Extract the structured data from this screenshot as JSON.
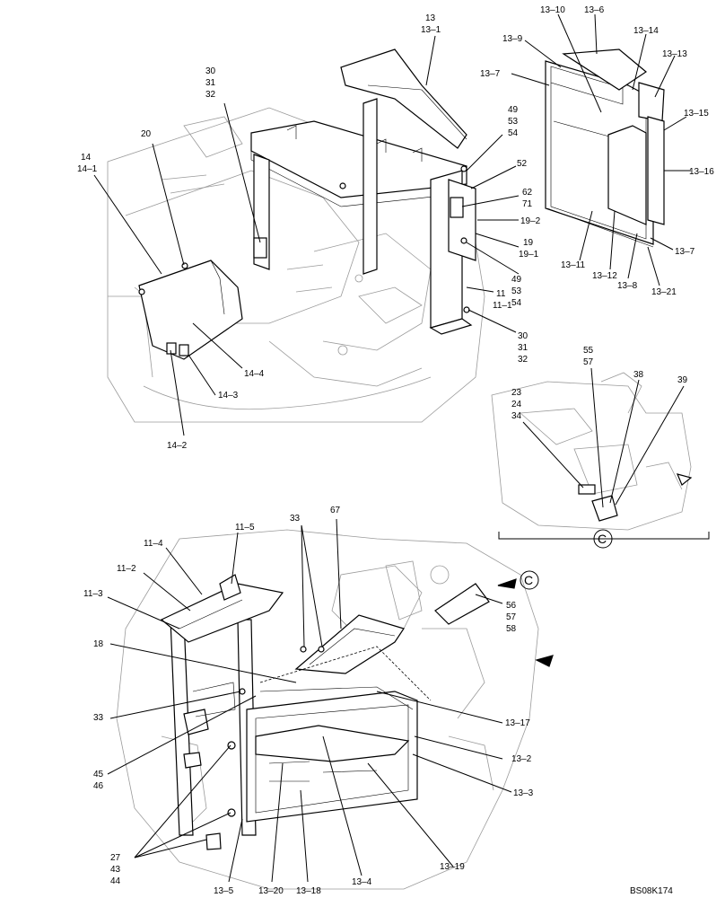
{
  "drawing_code": "BS08K174",
  "detail_letter": "C",
  "callouts": [
    {
      "id": "c-13",
      "lines": [
        "13",
        "13–1"
      ]
    },
    {
      "id": "c-30a",
      "lines": [
        "30",
        "31",
        "32"
      ]
    },
    {
      "id": "c-20",
      "lines": [
        "20"
      ]
    },
    {
      "id": "c-14",
      "lines": [
        "14",
        "14–1"
      ]
    },
    {
      "id": "c-49a",
      "lines": [
        "49",
        "53",
        "54"
      ]
    },
    {
      "id": "c-52",
      "lines": [
        "52"
      ]
    },
    {
      "id": "c-62",
      "lines": [
        "62",
        "71"
      ]
    },
    {
      "id": "c-19-2",
      "lines": [
        "19–2"
      ]
    },
    {
      "id": "c-19",
      "lines": [
        "19",
        "19–1"
      ]
    },
    {
      "id": "c-49b",
      "lines": [
        "49",
        "53",
        "54"
      ]
    },
    {
      "id": "c-11",
      "lines": [
        "11",
        "11–1"
      ]
    },
    {
      "id": "c-30b",
      "lines": [
        "30",
        "31",
        "32"
      ]
    },
    {
      "id": "c-14-4",
      "lines": [
        "14–4"
      ]
    },
    {
      "id": "c-14-3",
      "lines": [
        "14–3"
      ]
    },
    {
      "id": "c-14-2",
      "lines": [
        "14–2"
      ]
    },
    {
      "id": "c-13-10",
      "lines": [
        "13–10"
      ]
    },
    {
      "id": "c-13-6",
      "lines": [
        "13–6"
      ]
    },
    {
      "id": "c-13-9",
      "lines": [
        "13–9"
      ]
    },
    {
      "id": "c-13-14",
      "lines": [
        "13–14"
      ]
    },
    {
      "id": "c-13-13",
      "lines": [
        "13–13"
      ]
    },
    {
      "id": "c-13-7a",
      "lines": [
        "13–7"
      ]
    },
    {
      "id": "c-13-15",
      "lines": [
        "13–15"
      ]
    },
    {
      "id": "c-13-16",
      "lines": [
        "13–16"
      ]
    },
    {
      "id": "c-13-7b",
      "lines": [
        "13–7"
      ]
    },
    {
      "id": "c-13-11",
      "lines": [
        "13–11"
      ]
    },
    {
      "id": "c-13-12",
      "lines": [
        "13–12"
      ]
    },
    {
      "id": "c-13-8",
      "lines": [
        "13–8"
      ]
    },
    {
      "id": "c-13-21",
      "lines": [
        "13–21"
      ]
    },
    {
      "id": "c-55",
      "lines": [
        "55",
        "57"
      ]
    },
    {
      "id": "c-38",
      "lines": [
        "38"
      ]
    },
    {
      "id": "c-39",
      "lines": [
        "39"
      ]
    },
    {
      "id": "c-23",
      "lines": [
        "23",
        "24",
        "34"
      ]
    },
    {
      "id": "c-11-5",
      "lines": [
        "11–5"
      ]
    },
    {
      "id": "c-11-4",
      "lines": [
        "11–4"
      ]
    },
    {
      "id": "c-11-2",
      "lines": [
        "11–2"
      ]
    },
    {
      "id": "c-11-3",
      "lines": [
        "11–3"
      ]
    },
    {
      "id": "c-33a",
      "lines": [
        "33"
      ]
    },
    {
      "id": "c-67",
      "lines": [
        "67"
      ]
    },
    {
      "id": "c-56",
      "lines": [
        "56",
        "57",
        "58"
      ]
    },
    {
      "id": "c-18",
      "lines": [
        "18"
      ]
    },
    {
      "id": "c-33b",
      "lines": [
        "33"
      ]
    },
    {
      "id": "c-13-17",
      "lines": [
        "13–17"
      ]
    },
    {
      "id": "c-13-2",
      "lines": [
        "13–2"
      ]
    },
    {
      "id": "c-45",
      "lines": [
        "45",
        "46"
      ]
    },
    {
      "id": "c-13-3",
      "lines": [
        "13–3"
      ]
    },
    {
      "id": "c-27",
      "lines": [
        "27",
        "43",
        "44"
      ]
    },
    {
      "id": "c-13-5",
      "lines": [
        "13–5"
      ]
    },
    {
      "id": "c-13-20",
      "lines": [
        "13–20"
      ]
    },
    {
      "id": "c-13-18",
      "lines": [
        "13–18"
      ]
    },
    {
      "id": "c-13-4",
      "lines": [
        "13–4"
      ]
    },
    {
      "id": "c-13-19",
      "lines": [
        "13–19"
      ]
    }
  ]
}
